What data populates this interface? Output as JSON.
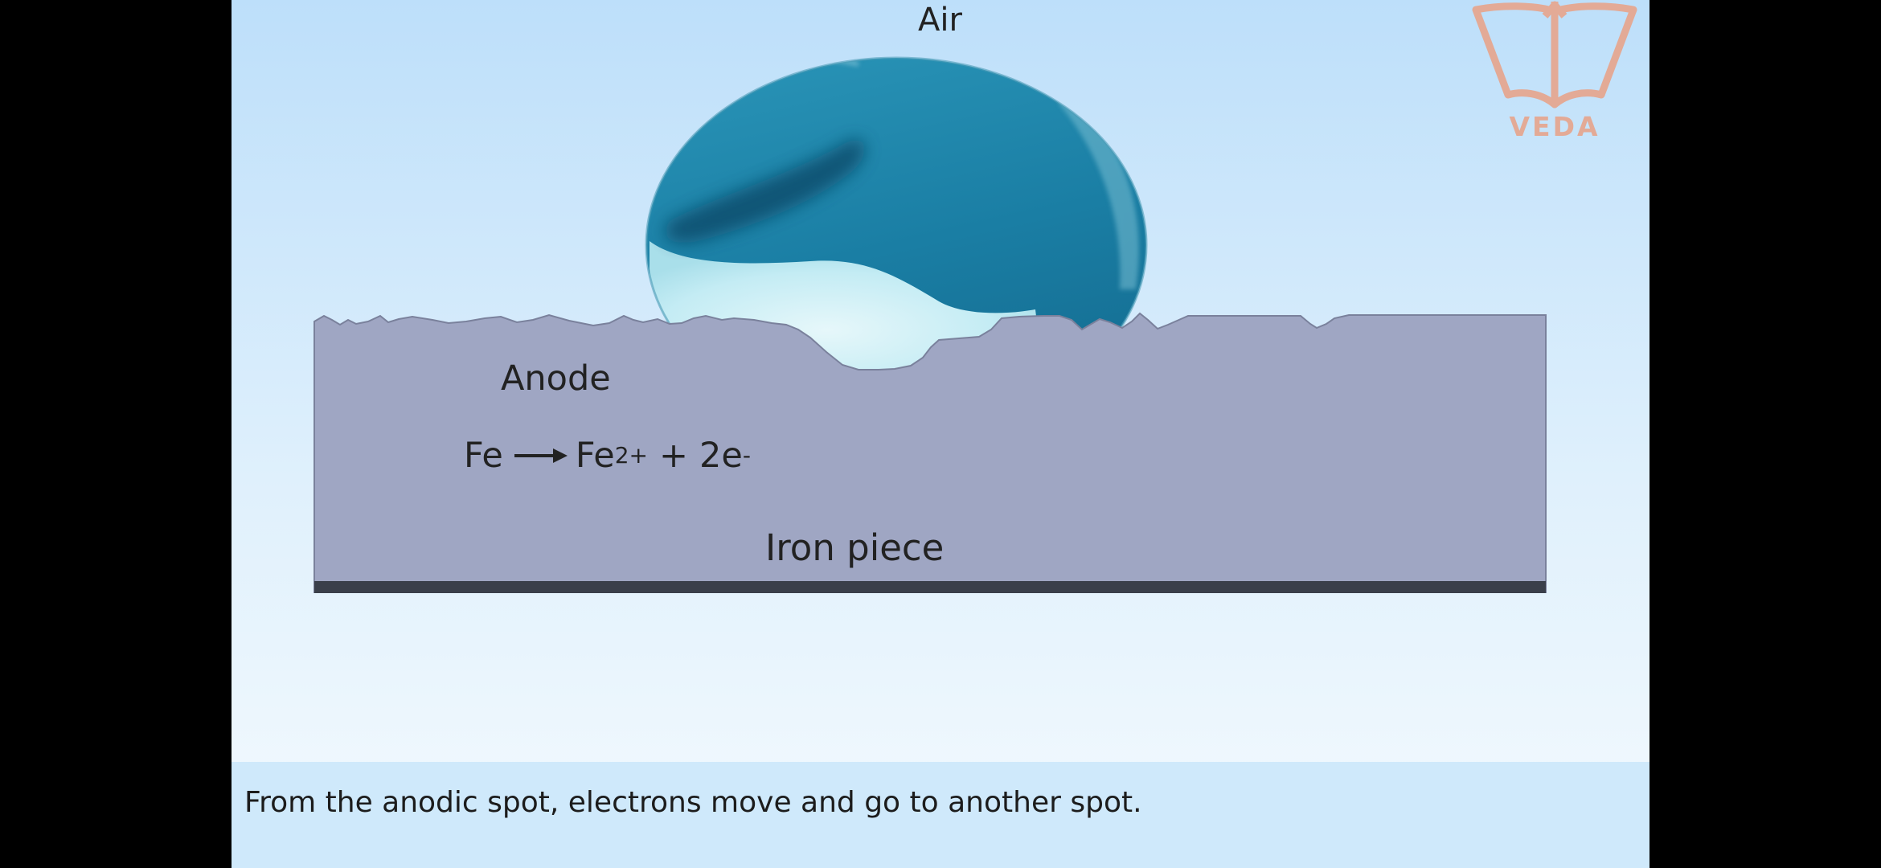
{
  "labels": {
    "air": "Air",
    "anode": "Anode",
    "iron_piece": "Iron piece"
  },
  "reaction": {
    "reactant": "Fe",
    "product_symbol": "Fe",
    "product_charge": "2+",
    "plus": "+",
    "electrons": "2e",
    "electron_charge": "-"
  },
  "caption": "From the anodic spot, electrons move and go to another spot.",
  "logo": {
    "text": "VEDA"
  },
  "colors": {
    "background_top": "#bfe0fb",
    "background_bottom": "#f2f9fe",
    "iron": "#9fa6c3",
    "iron_base_line": "#3a3f4a",
    "droplet_dark": "#1b7ea3",
    "droplet_light": "#c4ecf4",
    "caption_bar": "#cfe9fb",
    "logo": "#e3aa96"
  }
}
